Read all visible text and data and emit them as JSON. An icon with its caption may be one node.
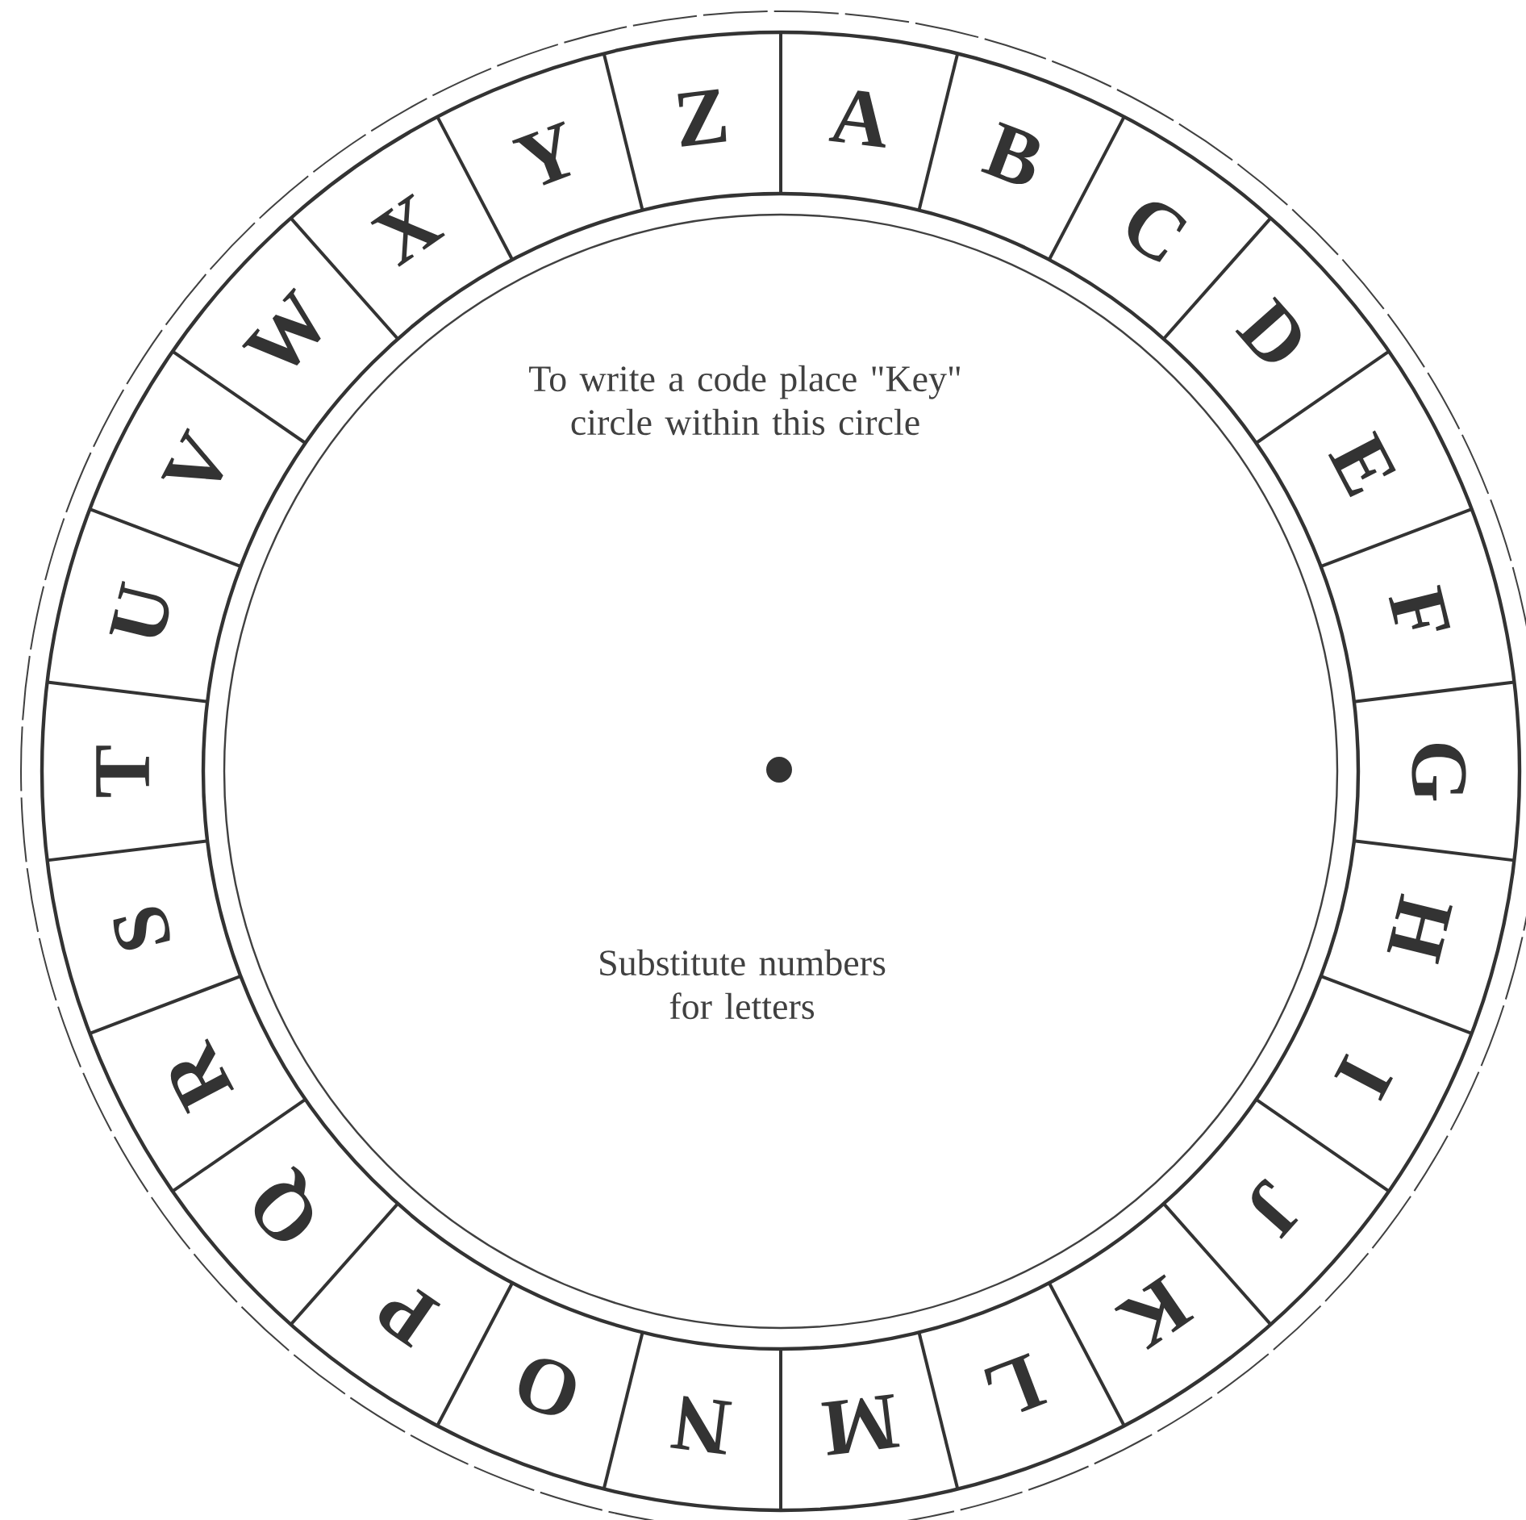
{
  "diagram": {
    "labels": [
      "To write a code place \"Key\" circle within this circle",
      "Substitute numbers for letters",
      "A",
      "B",
      "C",
      "D",
      "E",
      "F",
      "G",
      "H",
      "I",
      "J",
      "K",
      "L",
      "M",
      "N",
      "O",
      "P",
      "Q",
      "R",
      "S",
      "T",
      "U",
      "V",
      "W",
      "X",
      "Y",
      "Z"
    ]
  }
}
